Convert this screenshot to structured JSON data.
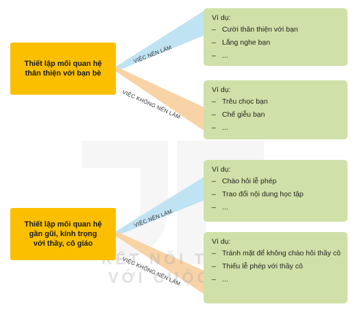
{
  "groups": [
    {
      "source": "Thiết lập mối quan hệ\nthân thiện với bạn bè",
      "do_label": "VIỆC NÊN LÀM",
      "dont_label": "VIỆC KHÔNG NÊN LÀM",
      "do_box": {
        "head": "Ví dụ:",
        "items": [
          "Cười thân thiện với bạn",
          "Lắng nghe bạn",
          "..."
        ]
      },
      "dont_box": {
        "head": "Ví dụ:",
        "items": [
          "Trêu chọc bạn",
          "Chế giễu bạn",
          "..."
        ]
      }
    },
    {
      "source": "Thiết lập mối quan hệ\ngần gũi, kính trọng\nvới thầy, cô giáo",
      "do_label": "VIỆC NÊN LÀM",
      "dont_label": "VIỆC KHÔNG NÊN LÀM",
      "do_box": {
        "head": "Ví dụ:",
        "items": [
          "Chào hỏi lễ phép",
          "Trao đổi nội dung học tập",
          "..."
        ]
      },
      "dont_box": {
        "head": "Ví dụ:",
        "items": [
          "Tránh mặt để không chào hỏi thầy cô",
          "Thiếu lễ phép với thầy cô",
          "..."
        ]
      }
    }
  ],
  "watermark": {
    "line1": "KẾT NỐI TRI THỨC",
    "line2": "VỚI CUỘC SỐNG"
  },
  "colors": {
    "source": "#fbbf00",
    "example": "#cfe1a8",
    "do_band": "#bfe3f2",
    "dont_band": "#f8d3a6"
  }
}
